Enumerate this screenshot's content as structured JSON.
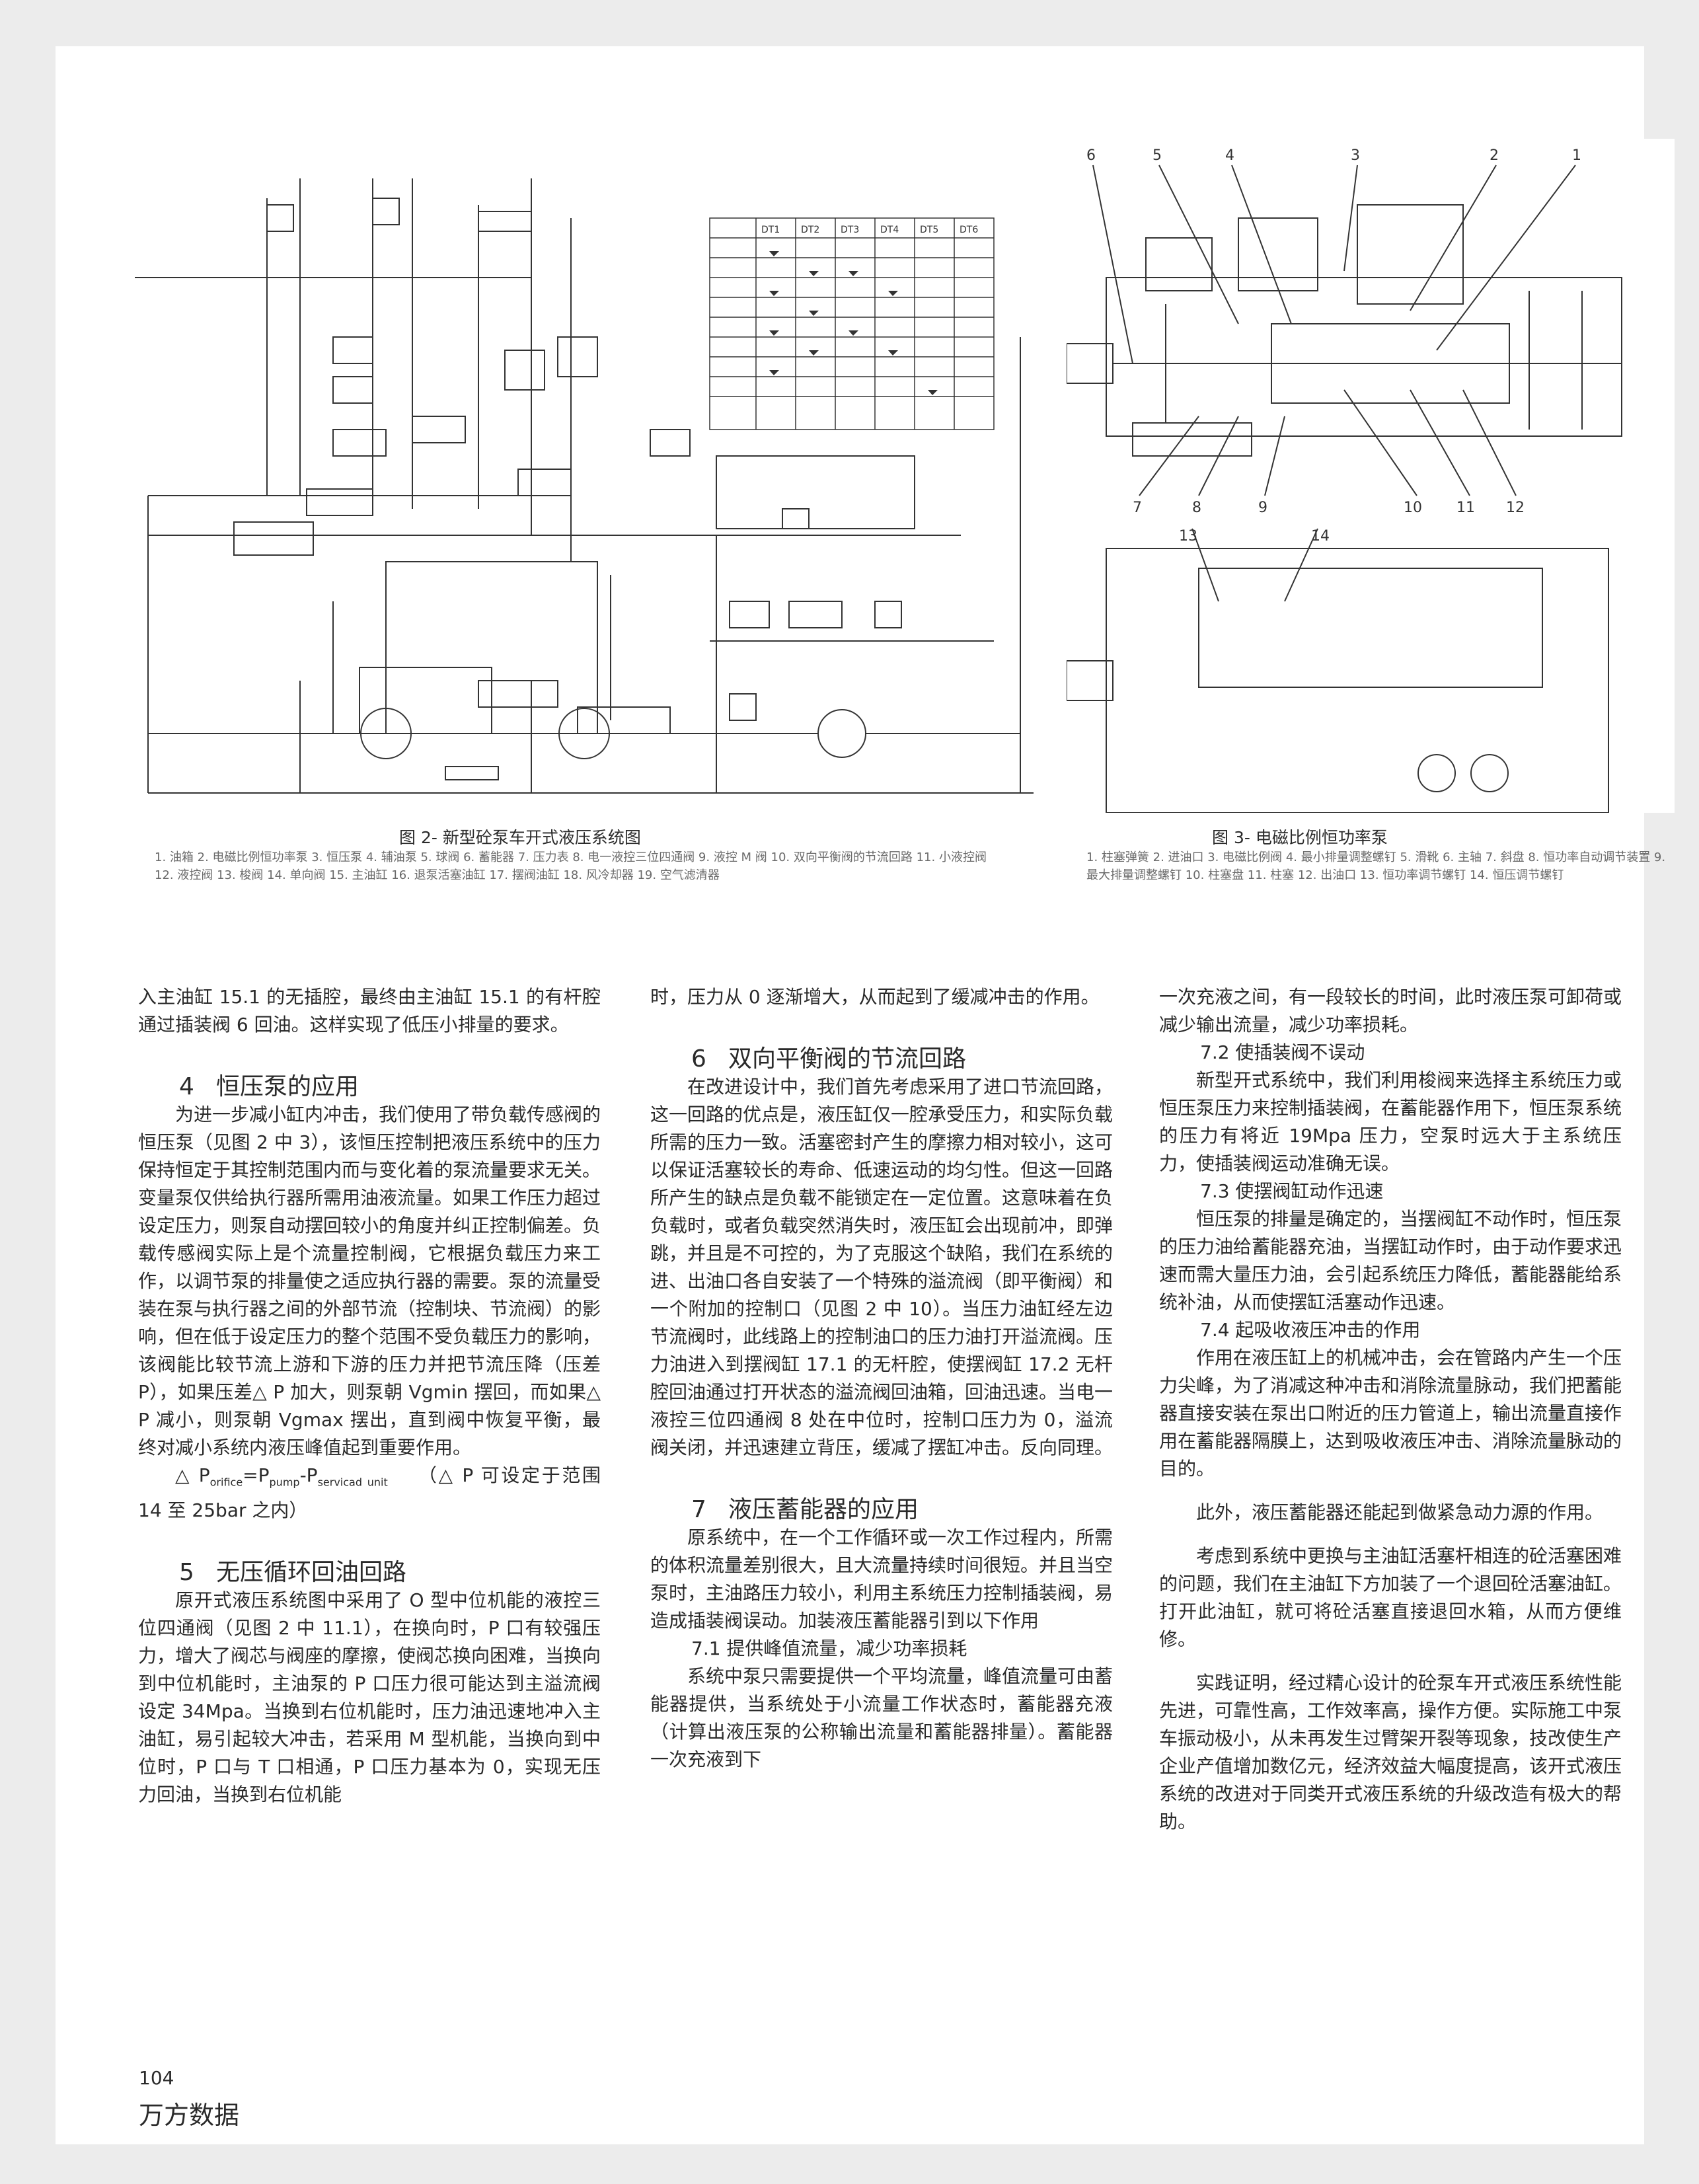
{
  "figure2": {
    "title": "图 2- 新型砼泵车开式液压系统图",
    "legend": "1. 油箱  2. 电磁比例恒功率泵  3. 恒压泵  4. 辅油泵  5. 球阀  6. 蓄能器  7. 压力表  8. 电一液控三位四通阀  9. 液控 M 阀  10. 双向平衡阀的节流回路  11. 小液控阀  12. 液控阀  13. 梭阀  14. 单向阀  15. 主油缸  16. 退泵活塞油缸  17. 摆阀油缸  18. 风冷却器  19. 空气滤清器",
    "table_headers": [
      "DT1",
      "DT2",
      "DT3",
      "DT4",
      "DT5",
      "DT6"
    ]
  },
  "figure3": {
    "title": "图 3- 电磁比例恒功率泵",
    "legend": "1. 柱塞弹簧 2. 进油口 3. 电磁比例阀 4. 最小排量调整螺钉 5. 滑靴 6. 主轴 7. 斜盘 8. 恒功率自动调节装置 9. 最大排量调整螺钉 10. 柱塞盘 11. 柱塞 12. 出油口 13. 恒功率调节螺钉 14. 恒压调节螺钉",
    "labels": [
      "6",
      "5",
      "4",
      "3",
      "2",
      "1",
      "7",
      "8",
      "9",
      "10",
      "11",
      "12",
      "13",
      "14"
    ]
  },
  "col1": {
    "p1": "入主油缸 15.1 的无插腔，最终由主油缸 15.1 的有杆腔通过插装阀 6 回油。这样实现了低压小排量的要求。",
    "h4_num": "4",
    "h4_text": "恒压泵的应用",
    "p2": "为进一步减小缸内冲击，我们使用了带负载传感阀的恒压泵（见图 2 中 3），该恒压控制把液压系统中的压力保持恒定于其控制范围内而与变化着的泵流量要求无关。变量泵仅供给执行器所需用油液流量。如果工作压力超过设定压力，则泵自动摆回较小的角度并纠正控制偏差。负载传感阀实际上是个流量控制阀，它根据负载压力来工作，以调节泵的排量使之适应执行器的需要。泵的流量受装在泵与执行器之间的外部节流（控制块、节流阀）的影响，但在低于设定压力的整个范围不受负载压力的影响，该阀能比较节流上游和下游的压力并把节流压降（压差 P），如果压差△ P 加大，则泵朝 Vgmin 摆回，而如果△ P 减小，则泵朝 Vgmax 摆出，直到阀中恢复平衡，最终对减小系统内液压峰值起到重要作用。",
    "formula_a": "△ P",
    "formula_b": "orifice",
    "formula_c": "=P",
    "formula_d": "pump",
    "formula_e": "-P",
    "formula_f": "servicad unit",
    "formula_g": "（△ P 可设定于范围 14 至 25bar 之内）",
    "h5_num": "5",
    "h5_text": "无压循环回油回路",
    "p3": "原开式液压系统图中采用了 O 型中位机能的液控三位四通阀（见图 2 中 11.1），在换向时，P 口有较强压力，增大了阀芯与阀座的摩擦，使阀芯换向困难，当换向到中位机能时，主油泵的 P 口压力很可能达到主溢流阀设定 34Mpa。当换到右位机能时，压力油迅速地冲入主油缸，易引起较大冲击，若采用 M 型机能，当换向到中位时，P 口与 T 口相通，P 口压力基本为 0，实现无压力回油，当换到右位机能"
  },
  "col2": {
    "p1": "时，压力从 0 逐渐增大，从而起到了缓减冲击的作用。",
    "h6_num": "6",
    "h6_text": "双向平衡阀的节流回路",
    "p2": "在改进设计中，我们首先考虑采用了进口节流回路，这一回路的优点是，液压缸仅一腔承受压力，和实际负载所需的压力一致。活塞密封产生的摩擦力相对较小，这可以保证活塞较长的寿命、低速运动的均匀性。但这一回路所产生的缺点是负载不能锁定在一定位置。这意味着在负负载时，或者负载突然消失时，液压缸会出现前冲，即弹跳，并且是不可控的，为了克服这个缺陷，我们在系统的进、出油口各自安装了一个特殊的溢流阀（即平衡阀）和一个附加的控制口（见图 2 中 10）。当压力油缸经左边节流阀时，此线路上的控制油口的压力油打开溢流阀。压力油进入到摆阀缸 17.1 的无杆腔，使摆阀缸 17.2 无杆腔回油通过打开状态的溢流阀回油箱，回油迅速。当电一液控三位四通阀 8 处在中位时，控制口压力为 0，溢流阀关闭，并迅速建立背压，缓减了摆缸冲击。反向同理。",
    "h7_num": "7",
    "h7_text": "液压蓄能器的应用",
    "p3": "原系统中，在一个工作循环或一次工作过程内，所需的体积流量差别很大，且大流量持续时间很短。并且当空泵时，主油路压力较小，利用主系统压力控制插装阀，易造成插装阀误动。加装液压蓄能器引到以下作用",
    "h71": "7.1 提供峰值流量，减少功率损耗",
    "p4": "系统中泵只需要提供一个平均流量，峰值流量可由蓄能器提供，当系统处于小流量工作状态时，蓄能器充液（计算出液压泵的公称输出流量和蓄能器排量）。蓄能器一次充液到下"
  },
  "col3": {
    "p1": "一次充液之间，有一段较长的时间，此时液压泵可卸荷或减少输出流量，减少功率损耗。",
    "h72": "7.2 使插装阀不误动",
    "p2": "新型开式系统中，我们利用梭阀来选择主系统压力或恒压泵压力来控制插装阀，在蓄能器作用下，恒压泵系统的压力有将近 19Mpa 压力，空泵时远大于主系统压力，使插装阀运动准确无误。",
    "h73": "7.3 使摆阀缸动作迅速",
    "p3": "恒压泵的排量是确定的，当摆阀缸不动作时，恒压泵的压力油给蓄能器充油，当摆缸动作时，由于动作要求迅速而需大量压力油，会引起系统压力降低，蓄能器能给系统补油，从而使摆缸活塞动作迅速。",
    "h74": "7.4 起吸收液压冲击的作用",
    "p4": "作用在液压缸上的机械冲击，会在管路内产生一个压力尖峰，为了消减这种冲击和消除流量脉动，我们把蓄能器直接安装在泵出口附近的压力管道上，输出流量直接作用在蓄能器隔膜上，达到吸收液压冲击、消除流量脉动的目的。",
    "p5": "此外，液压蓄能器还能起到做紧急动力源的作用。",
    "p6": "考虑到系统中更换与主油缸活塞杆相连的砼活塞困难的问题，我们在主油缸下方加装了一个退回砼活塞油缸。打开此油缸，就可将砼活塞直接退回水箱，从而方便维修。",
    "p7": "实践证明，经过精心设计的砼泵车开式液压系统性能先进，可靠性高，工作效率高，操作方便。实际施工中泵车振动极小，从未再发生过臂架开裂等现象，技改使生产企业产值增加数亿元，经济效益大幅度提高，该开式液压系统的改进对于同类开式液压系统的升级改造有极大的帮助。"
  },
  "footer": {
    "page_number": "104",
    "brand": "万方数据"
  }
}
